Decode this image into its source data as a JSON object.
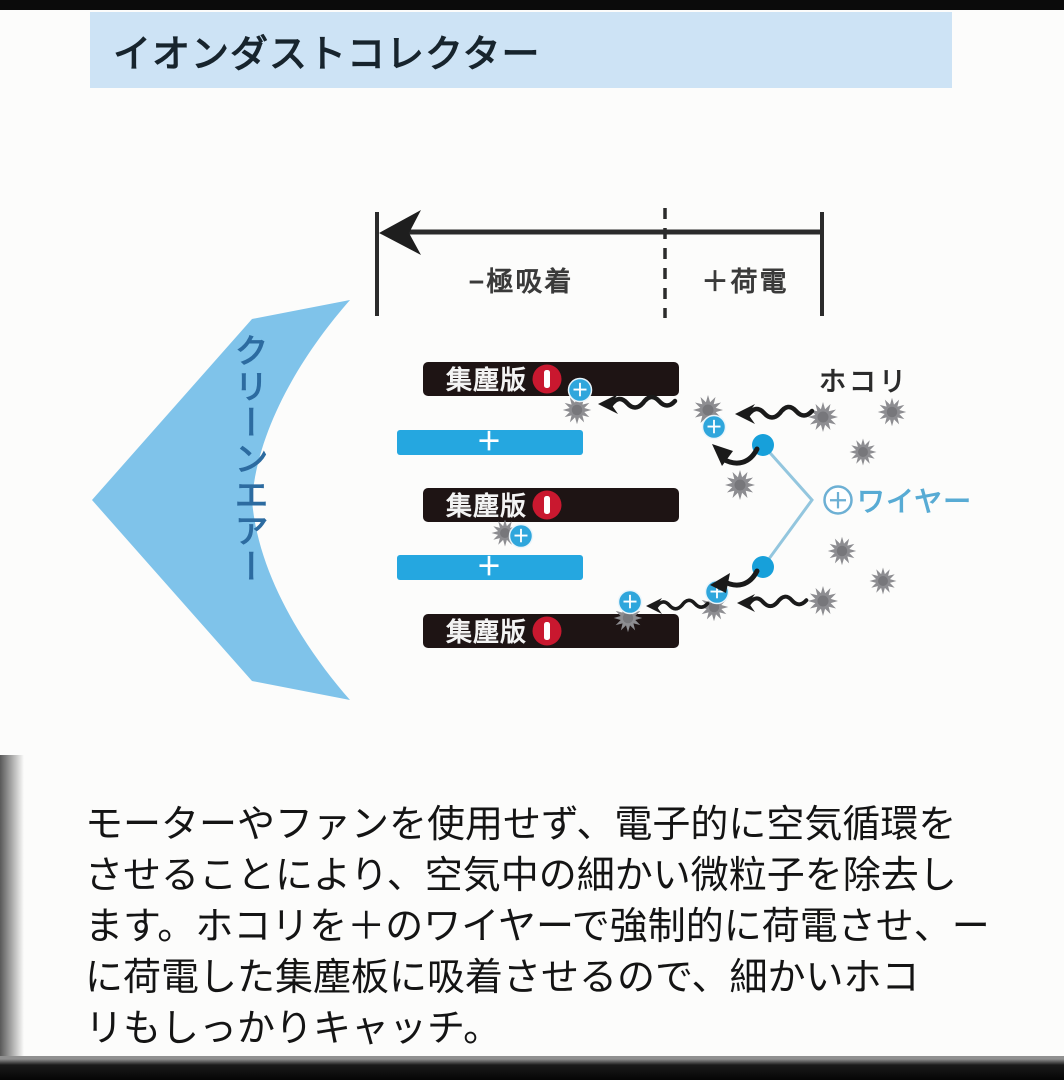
{
  "title_bar": {
    "title": "イオンダストコレクター"
  },
  "ruler": {
    "left_label": "−極吸着",
    "right_label": "＋荷電"
  },
  "clean_air_arrow": {
    "label": "クリーンエアー"
  },
  "collector_plate": {
    "label": "集塵版",
    "charge": "−"
  },
  "positive_bar": {
    "charge": "＋"
  },
  "wire": {
    "charge": "＋",
    "label": "ワイヤー"
  },
  "dust": {
    "label": "ホコリ",
    "charge": "＋"
  },
  "description": {
    "lines": [
      "モーターやファンを使用せず、電子的に空気循環を",
      "させることにより、空気中の細かい微粒子を除去し",
      "ます。ホコリを＋のワイヤーで強制的に荷電させ、ー",
      "に荷電した集塵板に吸着させるので、細かいホコ",
      "リもしっかりキャッチ。"
    ]
  },
  "colors": {
    "title_bg": "#cde3f5",
    "clean_air_fill": "#7fc3ea",
    "clean_air_text": "#2c6ba0",
    "plate_dark": "#1e1414",
    "badge_red": "#c9182f",
    "positive_bar_blue": "#25a7e0",
    "wire_blue": "#58abd4",
    "charge_circle_blue": "#2fa6dc",
    "dust_gray": "#8d8d91",
    "body_text": "#141414"
  }
}
